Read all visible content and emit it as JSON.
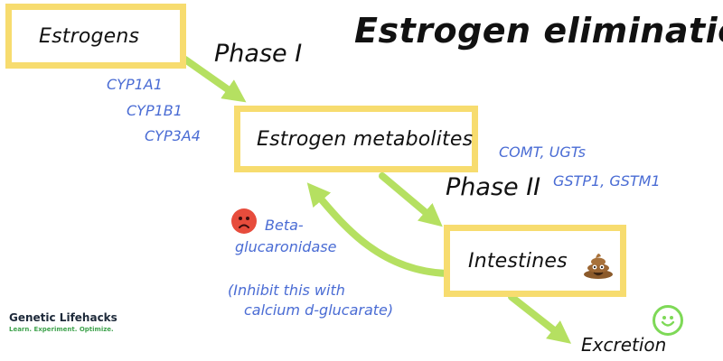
{
  "title": "Estrogen elimination",
  "boxes": {
    "estrogens": "Estrogens",
    "metabolites": "Estrogen metabolites",
    "intestines": "Intestines"
  },
  "phases": {
    "phase_one": "Phase I",
    "phase_two": "Phase II"
  },
  "phase_one_enzymes": [
    "CYP1A1",
    "CYP1B1",
    "CYP3A4"
  ],
  "phase_two_enzymes": [
    "COMT, UGTs",
    "GSTP1, GSTM1"
  ],
  "reabsorption": {
    "enzyme_lines": [
      "Beta-",
      "glucaronidase"
    ],
    "note_lines": [
      "(Inhibit this with",
      "calcium d-glucarate)"
    ]
  },
  "excretion": "Excretion",
  "icons": {
    "sad": "sad-face-icon",
    "happy": "smiley-face-icon",
    "stool": "poop-icon"
  },
  "brand": {
    "name": "Genetic Lifehacks",
    "tagline": "Learn. Experiment. Optimize."
  },
  "colors": {
    "box_border": "#f7dc6f",
    "arrow": "#b5e061",
    "enzyme_text": "#4a6cd4",
    "sad_face": "#e74c3c",
    "happy_face": "#7ed957",
    "brand_tagline": "#3fa34d"
  }
}
